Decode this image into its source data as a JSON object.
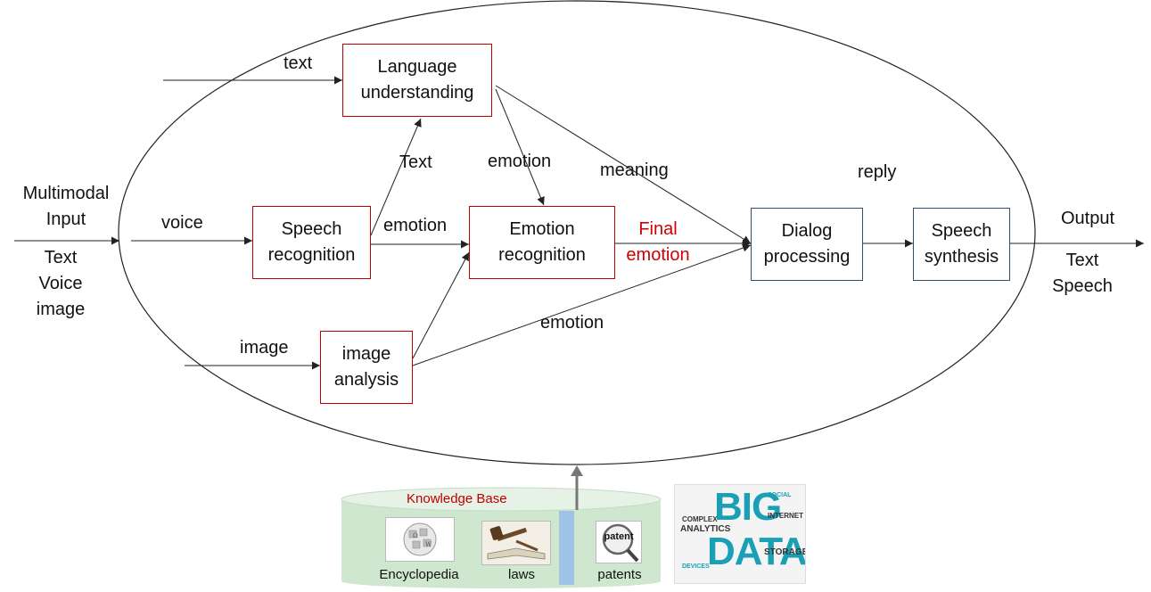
{
  "input": {
    "title_line1": "Multimodal",
    "title_line2": "Input",
    "items": [
      "Text",
      "Voice",
      "image"
    ]
  },
  "output": {
    "title": "Output",
    "items": [
      "Text",
      "Speech"
    ]
  },
  "edge_labels": {
    "text_in": "text",
    "voice_in": "voice",
    "image_in": "image",
    "text_from_speech": "Text",
    "emotion_from_language": "emotion",
    "emotion_from_speech": "emotion",
    "meaning": "meaning",
    "final_line1": "Final",
    "final_line2": "emotion",
    "emotion_from_image": "emotion",
    "reply": "reply"
  },
  "boxes": {
    "language": [
      "Language",
      "understanding"
    ],
    "speech_recognition": [
      "Speech",
      "recognition"
    ],
    "emotion_recognition": [
      "Emotion",
      "recognition"
    ],
    "image_analysis": [
      "image",
      "analysis"
    ],
    "dialog": [
      "Dialog",
      "processing"
    ],
    "synthesis": [
      "Speech",
      "synthesis"
    ]
  },
  "knowledge_base": {
    "title": "Knowledge Base",
    "sources": [
      "Encyclopedia",
      "laws",
      "patents"
    ],
    "patent_stamp": "patent"
  },
  "big_data": {
    "word1": "BIG",
    "word2": "DATA",
    "tags": [
      "COMPLEX",
      "ANALYTICS",
      "INTERNET",
      "STORAGE",
      "SOCIAL",
      "DEVICES"
    ]
  },
  "colors": {
    "box_red": "#c00000",
    "box_blue": "#2f4f6f",
    "final_emotion": "#d00000",
    "kb_green": "#cfe6cf",
    "kb_bar": "#9dc3e6",
    "bigdata_teal": "#1a9fb5"
  }
}
